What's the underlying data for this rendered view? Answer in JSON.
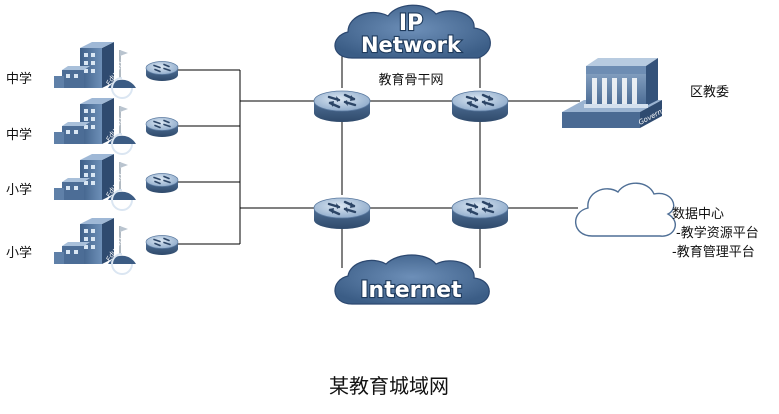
{
  "diagram": {
    "title": "某教育城域网",
    "backbone_label": "教育骨干网",
    "ip_network": {
      "line1": "IP",
      "line2": "Network"
    },
    "internet_label": "Internet",
    "schools": [
      {
        "label": "中学"
      },
      {
        "label": "中学"
      },
      {
        "label": "小学"
      },
      {
        "label": "小学"
      }
    ],
    "school_badge": "Education",
    "government": {
      "label": "区教委",
      "badge": "Government"
    },
    "data_center": {
      "title": "数据中心",
      "items": [
        "-教学资源平台",
        "-教育管理平台"
      ]
    },
    "colors": {
      "router_body": "#5d7fa8",
      "router_top": "#aac3de",
      "cloud_fill": "#4a6f9b",
      "line": "#000000",
      "building": "#5a7ea8"
    }
  }
}
